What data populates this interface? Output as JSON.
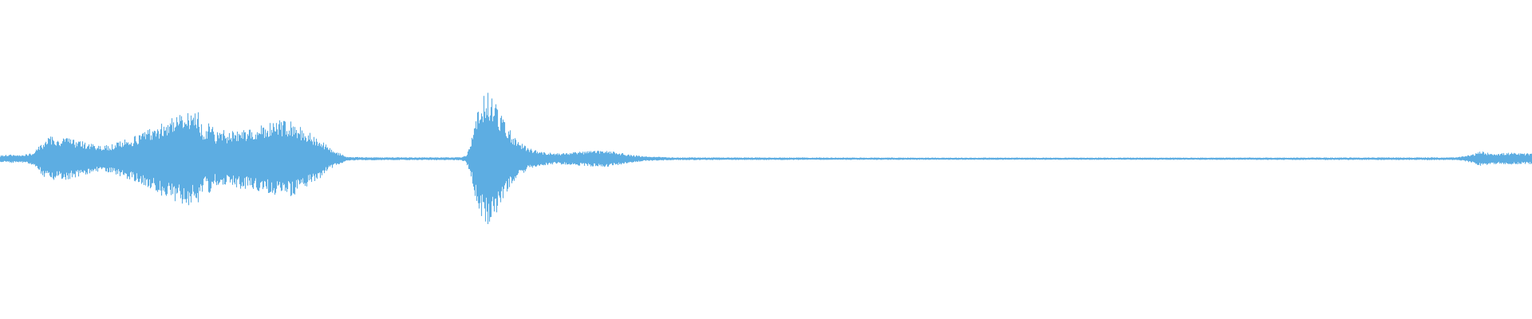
{
  "waveform": {
    "color": "#5dade2",
    "background": "#ffffff",
    "envelope": [
      [
        0.0,
        0.045
      ],
      [
        0.006,
        0.055
      ],
      [
        0.014,
        0.05
      ],
      [
        0.02,
        0.07
      ],
      [
        0.024,
        0.13
      ],
      [
        0.028,
        0.23
      ],
      [
        0.031,
        0.28
      ],
      [
        0.034,
        0.3
      ],
      [
        0.038,
        0.26
      ],
      [
        0.042,
        0.29
      ],
      [
        0.048,
        0.25
      ],
      [
        0.055,
        0.22
      ],
      [
        0.062,
        0.18
      ],
      [
        0.068,
        0.17
      ],
      [
        0.074,
        0.2
      ],
      [
        0.08,
        0.24
      ],
      [
        0.088,
        0.3
      ],
      [
        0.096,
        0.38
      ],
      [
        0.103,
        0.45
      ],
      [
        0.108,
        0.52
      ],
      [
        0.112,
        0.55
      ],
      [
        0.117,
        0.58
      ],
      [
        0.122,
        0.62
      ],
      [
        0.126,
        0.58
      ],
      [
        0.129,
        0.68
      ],
      [
        0.131,
        0.48
      ],
      [
        0.134,
        0.36
      ],
      [
        0.137,
        0.52
      ],
      [
        0.14,
        0.32
      ],
      [
        0.144,
        0.4
      ],
      [
        0.148,
        0.35
      ],
      [
        0.153,
        0.38
      ],
      [
        0.16,
        0.4
      ],
      [
        0.168,
        0.42
      ],
      [
        0.175,
        0.46
      ],
      [
        0.182,
        0.52
      ],
      [
        0.188,
        0.5
      ],
      [
        0.193,
        0.46
      ],
      [
        0.198,
        0.4
      ],
      [
        0.203,
        0.33
      ],
      [
        0.208,
        0.27
      ],
      [
        0.213,
        0.18
      ],
      [
        0.218,
        0.1
      ],
      [
        0.222,
        0.07
      ],
      [
        0.226,
        0.025
      ],
      [
        0.24,
        0.02
      ],
      [
        0.28,
        0.018
      ],
      [
        0.3,
        0.02
      ],
      [
        0.304,
        0.04
      ],
      [
        0.307,
        0.2
      ],
      [
        0.31,
        0.48
      ],
      [
        0.313,
        0.72
      ],
      [
        0.316,
        0.84
      ],
      [
        0.319,
        0.86
      ],
      [
        0.322,
        0.8
      ],
      [
        0.326,
        0.62
      ],
      [
        0.33,
        0.46
      ],
      [
        0.334,
        0.34
      ],
      [
        0.338,
        0.24
      ],
      [
        0.344,
        0.15
      ],
      [
        0.352,
        0.1
      ],
      [
        0.362,
        0.07
      ],
      [
        0.372,
        0.08
      ],
      [
        0.383,
        0.1
      ],
      [
        0.394,
        0.11
      ],
      [
        0.402,
        0.09
      ],
      [
        0.412,
        0.05
      ],
      [
        0.422,
        0.03
      ],
      [
        0.44,
        0.018
      ],
      [
        0.6,
        0.015
      ],
      [
        0.8,
        0.015
      ],
      [
        0.95,
        0.018
      ],
      [
        0.955,
        0.03
      ],
      [
        0.962,
        0.06
      ],
      [
        0.967,
        0.1
      ],
      [
        0.971,
        0.08
      ],
      [
        0.978,
        0.07
      ],
      [
        0.986,
        0.08
      ],
      [
        0.993,
        0.07
      ],
      [
        1.0,
        0.07
      ]
    ]
  }
}
